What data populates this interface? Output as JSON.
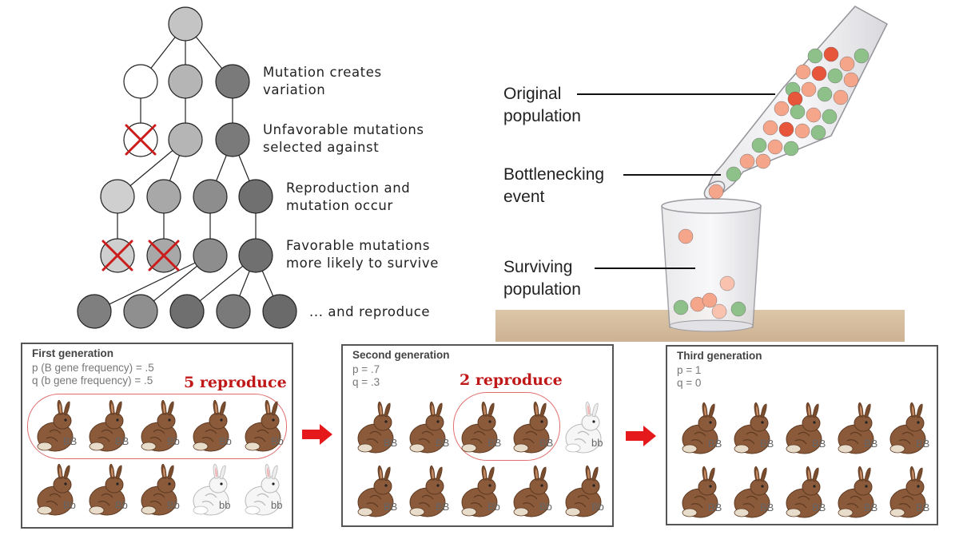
{
  "mutation_tree": {
    "steps": [
      "Mutation creates variation",
      "Unfavorable mutations selected against",
      "Reproduction and mutation occur",
      "Favorable mutations more likely to survive",
      "... and reproduce"
    ],
    "step_lines": [
      [
        "Mutation creates",
        "variation"
      ],
      [
        "Unfavorable mutations",
        "selected against"
      ],
      [
        "Reproduction and",
        "mutation occur"
      ],
      [
        "Favorable mutations",
        "more likely to survive"
      ],
      [
        "... and reproduce"
      ]
    ]
  },
  "bottleneck": {
    "original": [
      "Original",
      "population"
    ],
    "event": [
      "Bottlenecking",
      "event"
    ],
    "surviving": [
      "Surviving",
      "population"
    ]
  },
  "generations": [
    {
      "title": "First generation",
      "lines": [
        "p (B gene frequency) = .5",
        "q (b gene frequency) = .5"
      ],
      "reproduce": "5 reproduce",
      "rabbits": [
        {
          "genotype": "BB",
          "color": "brown"
        },
        {
          "genotype": "BB",
          "color": "brown"
        },
        {
          "genotype": "Bb",
          "color": "brown"
        },
        {
          "genotype": "Bb",
          "color": "brown"
        },
        {
          "genotype": "Bb",
          "color": "brown"
        },
        {
          "genotype": "Bb",
          "color": "brown"
        },
        {
          "genotype": "Bb",
          "color": "brown"
        },
        {
          "genotype": "Bb",
          "color": "brown"
        },
        {
          "genotype": "bb",
          "color": "white"
        },
        {
          "genotype": "bb",
          "color": "white"
        }
      ]
    },
    {
      "title": "Second generation",
      "lines": [
        "p = .7",
        "q = .3"
      ],
      "reproduce": "2 reproduce",
      "rabbits": [
        {
          "genotype": "BB",
          "color": "brown"
        },
        {
          "genotype": "BB",
          "color": "brown"
        },
        {
          "genotype": "BB",
          "color": "brown"
        },
        {
          "genotype": "BB",
          "color": "brown"
        },
        {
          "genotype": "bb",
          "color": "white"
        },
        {
          "genotype": "BB",
          "color": "brown"
        },
        {
          "genotype": "BB",
          "color": "brown"
        },
        {
          "genotype": "Bb",
          "color": "brown"
        },
        {
          "genotype": "Bb",
          "color": "brown"
        },
        {
          "genotype": "Bb",
          "color": "brown"
        }
      ]
    },
    {
      "title": "Third generation",
      "lines": [
        "p = 1",
        "q = 0"
      ],
      "rabbits": [
        {
          "genotype": "BB",
          "color": "brown"
        },
        {
          "genotype": "BB",
          "color": "brown"
        },
        {
          "genotype": "BB",
          "color": "brown"
        },
        {
          "genotype": "BB",
          "color": "brown"
        },
        {
          "genotype": "BB",
          "color": "brown"
        },
        {
          "genotype": "BB",
          "color": "brown"
        },
        {
          "genotype": "BB",
          "color": "brown"
        },
        {
          "genotype": "BB",
          "color": "brown"
        },
        {
          "genotype": "BB",
          "color": "brown"
        },
        {
          "genotype": "BB",
          "color": "brown"
        }
      ]
    }
  ],
  "colors": {
    "accent_red": "#c01818",
    "arrow_red": "#e5191b",
    "node_light": "#c8c8c8",
    "node_mid": "#a0a0a0",
    "node_dark": "#6e6e6e",
    "rabbit_brown": "#8a5a3a",
    "bead_green": "#7fb07a",
    "bead_red": "#e7553a",
    "bead_peach": "#f4a58a",
    "table_surface": "#d9c3a6"
  }
}
